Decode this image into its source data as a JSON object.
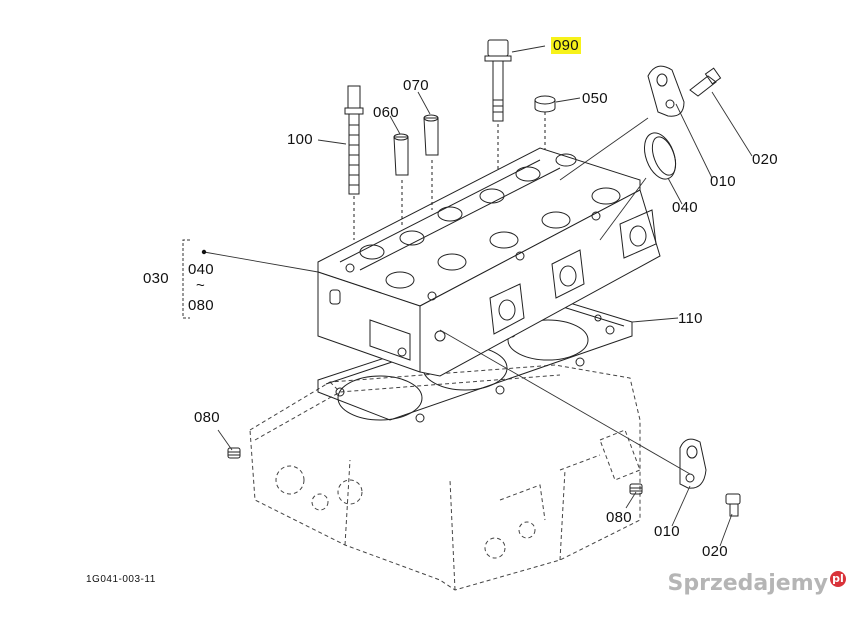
{
  "diagram": {
    "callouts": {
      "p090": "090",
      "p050": "050",
      "p070": "070",
      "p060": "060",
      "p100": "100",
      "p020_top": "020",
      "p010_top": "010",
      "p040": "040",
      "p030": "030",
      "range_from": "040",
      "range_tilde": "~",
      "range_to": "080",
      "p110": "110",
      "p080_left": "080",
      "p080_right": "080",
      "p010_bottom": "010",
      "p020_bottom": "020"
    },
    "figure_code": "1G041-003-11",
    "highlight_color": "#f7f21a"
  },
  "watermark": {
    "text": "Sprzedajemy",
    "suffix": "pl"
  }
}
